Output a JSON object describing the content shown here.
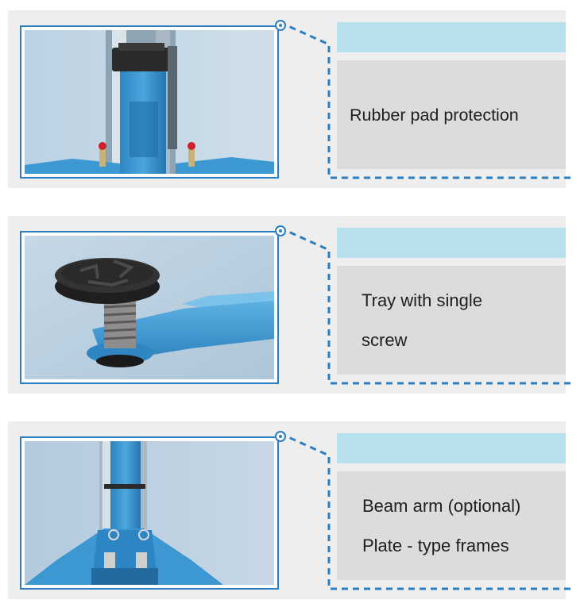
{
  "features": [
    {
      "image_subject": "column-top-rubber-pad",
      "lines": [
        "Rubber pad protection"
      ]
    },
    {
      "image_subject": "lifting-tray-with-screw",
      "lines": [
        "Tray with single",
        "screw"
      ]
    },
    {
      "image_subject": "column-beam-arm-frame",
      "lines": [
        "Beam arm (optional)",
        "Plate - type frames"
      ]
    }
  ],
  "colors": {
    "frame_blue": "#2b7ec1",
    "header_bar": "#b6e0ec",
    "text_panel": "#dcdcdc",
    "card_background": "#eeeeee",
    "lift_blue": "#3d97d1",
    "rubber_black": "#2a2a2a"
  }
}
